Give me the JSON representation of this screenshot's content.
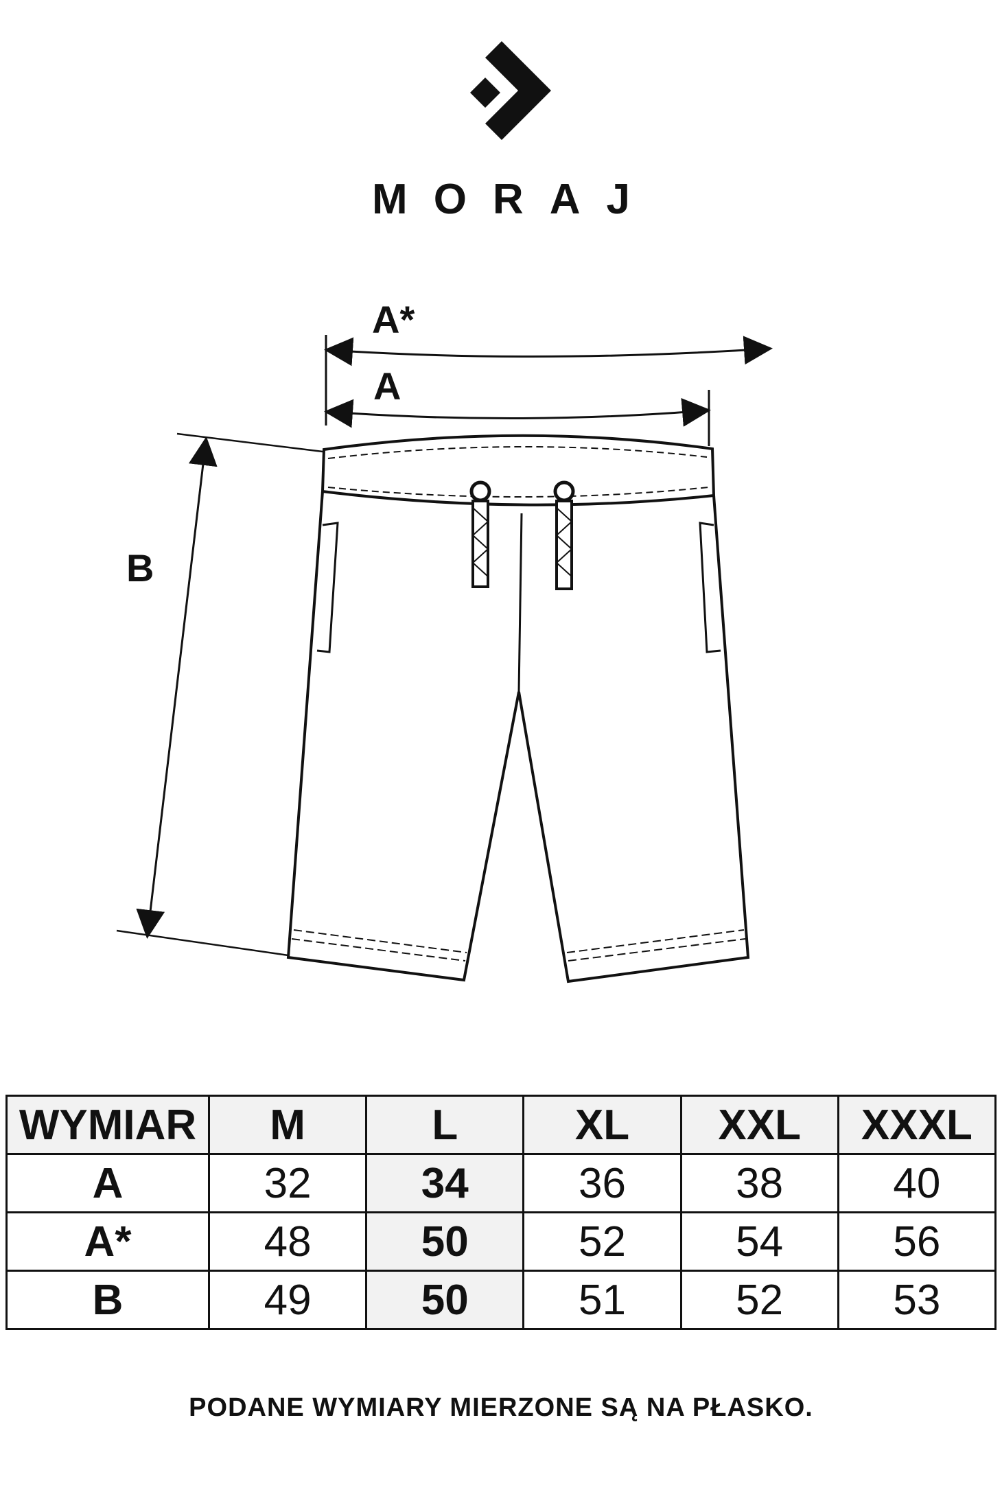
{
  "brand": {
    "name": "MORAJ",
    "logo_icon": "arrow-diamond-logo"
  },
  "diagram": {
    "labels": {
      "a_star": "A*",
      "a": "A",
      "b": "B"
    }
  },
  "table": {
    "header": [
      "WYMIAR",
      "M",
      "L",
      "XL",
      "XXL",
      "XXXL"
    ],
    "highlight_column": "L",
    "rows": [
      {
        "label": "A",
        "values": [
          "32",
          "34",
          "36",
          "38",
          "40"
        ]
      },
      {
        "label": "A*",
        "values": [
          "48",
          "50",
          "52",
          "54",
          "56"
        ]
      },
      {
        "label": "B",
        "values": [
          "49",
          "50",
          "51",
          "52",
          "53"
        ]
      }
    ]
  },
  "note": "PODANE WYMIARY MIERZONE SĄ NA PŁASKO.",
  "colors": {
    "ink": "#111111",
    "highlight": "#f2f2f2"
  }
}
